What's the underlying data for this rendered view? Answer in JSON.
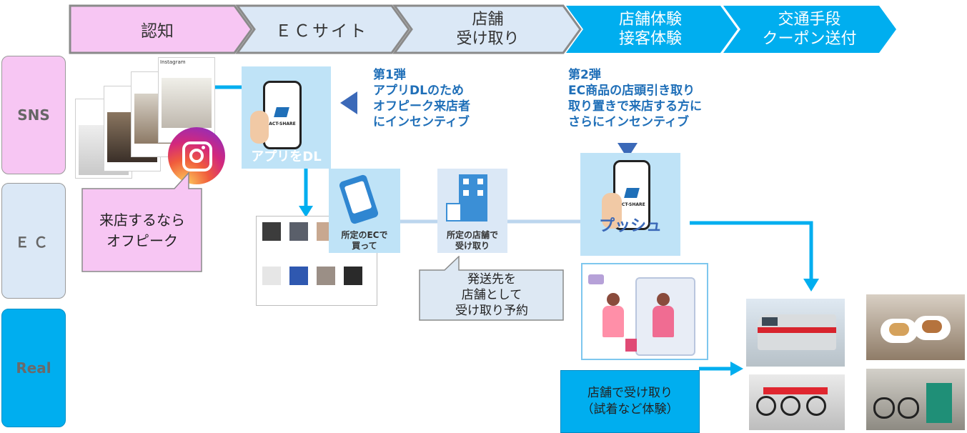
{
  "stages": [
    {
      "label": "認知",
      "color": "#f7c6f3"
    },
    {
      "label": "ＥＣサイト",
      "color": "#dbe8f6"
    },
    {
      "label": "店舗\n受け取り",
      "color": "#dbe8f6"
    },
    {
      "label": "店舗体験\n接客体験",
      "color": "#00aeef"
    },
    {
      "label": "交通手段\nクーポン送付",
      "color": "#00aeef"
    }
  ],
  "lanes": {
    "sns": "SNS",
    "ec": "ＥＣ",
    "real": "Real"
  },
  "sns_note": "来店するなら\nオフピーク",
  "app_download": {
    "brand": "ACT-SHARE",
    "label": "アプリをDL"
  },
  "phase1": "第1弾\nアプリDLのため\nオフピーク来店者\nにインセンティブ",
  "phase2": "第2弾\nEC商品の店頭引き取り\n取り置きで来店する方に\nさらにインセンティブ",
  "ec_purchase": "所定のECで\n買って",
  "store_pickup": "所定の店舗で\n受け取り",
  "shipping_note": "発送先を\n店舗として\n受け取り予約",
  "push": {
    "brand": "ACT-SHARE",
    "label": "プッシュ"
  },
  "store_experience": "店舗で受け取り\n（試着など体験）",
  "instagram_mock": {
    "header": "Instagram"
  },
  "colors": {
    "stage_pink": "#f7c6f3",
    "stage_light": "#dbe8f6",
    "stage_blue": "#00aeef",
    "accent_blue": "#1f6fb8",
    "arrow": "#00aeef"
  }
}
